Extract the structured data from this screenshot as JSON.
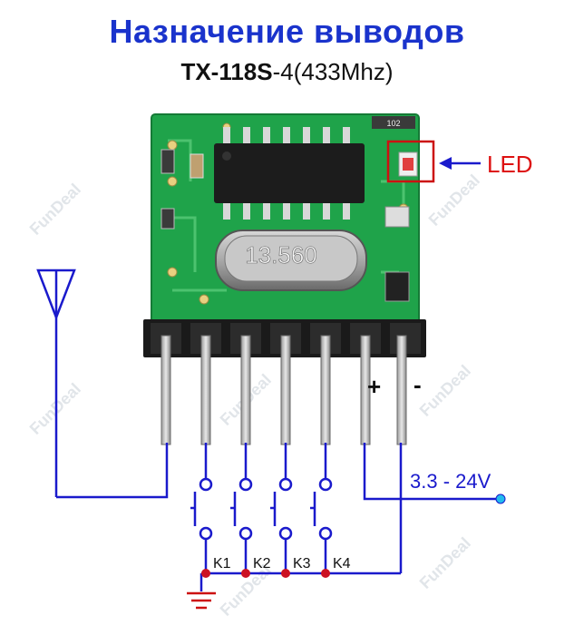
{
  "header": {
    "title": "Назначение выводов",
    "model_bold": "TX-118S",
    "model_rest": "-4(433Mhz)"
  },
  "board": {
    "chip_label": "13.560",
    "smd_label": "102"
  },
  "labels": {
    "led": "LED",
    "plus": "+",
    "minus": "-",
    "voltage": "3.3 - 24V",
    "k1": "K1",
    "k2": "K2",
    "k3": "K3",
    "k4": "K4"
  },
  "watermark": "FunDeal",
  "colors": {
    "title": "#1a33cc",
    "wire": "#1a1acc",
    "pcb": "#1fa34a",
    "led_box": "#cc1111",
    "node": "#cc1122",
    "terminal": "#22bbee"
  }
}
